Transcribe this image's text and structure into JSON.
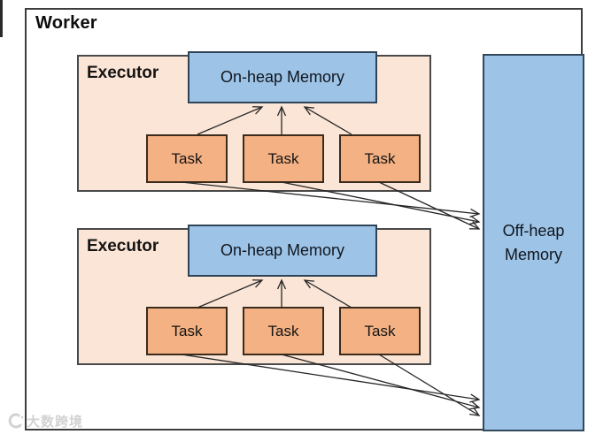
{
  "diagram": {
    "worker_label": "Worker",
    "executors": [
      {
        "label": "Executor",
        "onheap_label": "On-heap Memory",
        "tasks": [
          "Task",
          "Task",
          "Task"
        ]
      },
      {
        "label": "Executor",
        "onheap_label": "On-heap Memory",
        "tasks": [
          "Task",
          "Task",
          "Task"
        ]
      }
    ],
    "offheap": {
      "line1": "Off-heap",
      "line2": "Memory"
    },
    "colors": {
      "executor_fill": "#fbe5d6",
      "task_fill": "#f4b183",
      "memory_fill": "#9dc3e6",
      "border_dark": "#3d3d3d",
      "arrow": "#262626"
    },
    "watermark": {
      "text": "大数跨境"
    }
  }
}
